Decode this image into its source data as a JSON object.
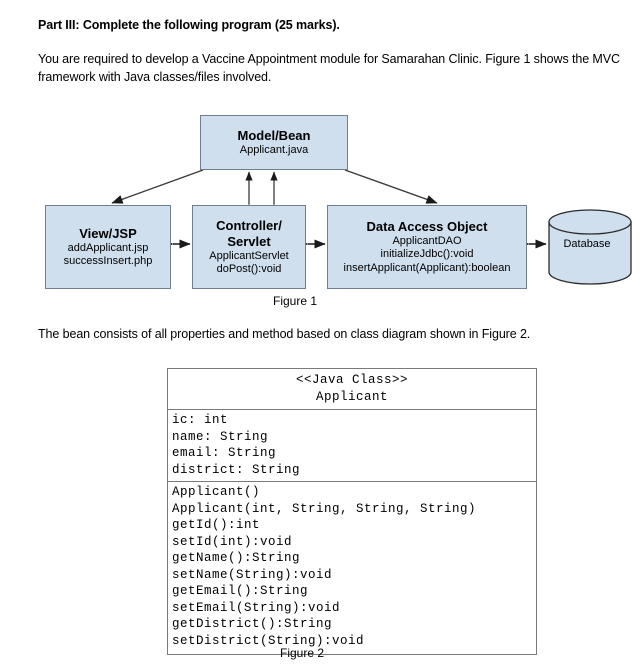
{
  "document": {
    "heading": "Part III: Complete the following program (25 marks).",
    "paragraph_1": "You are required to develop a Vaccine Appointment module for Samarahan Clinic. Figure 1 shows the MVC framework with Java classes/files involved.",
    "paragraph_2": "The bean consists of all properties and method based on class diagram shown in Figure 2."
  },
  "figure1": {
    "caption": "Figure 1",
    "box_fill_color": "#d0dfee",
    "box_border_color": "#6f7f8f",
    "nodes": {
      "model": {
        "title": "Model/Bean",
        "lines": [
          "Applicant.java"
        ]
      },
      "view": {
        "title": "View/JSP",
        "lines": [
          "addApplicant.jsp",
          "successInsert.php"
        ]
      },
      "controller": {
        "title_line_1": "Controller/",
        "title_line_2": "Servlet",
        "lines": [
          "ApplicantServlet",
          "doPost():void"
        ]
      },
      "dao": {
        "title": "Data Access Object",
        "lines": [
          "ApplicantDAO",
          "initializeJdbc():void",
          "insertApplicant(Applicant):boolean"
        ]
      },
      "database": {
        "label": "Database"
      }
    }
  },
  "figure2": {
    "caption": "Figure 2",
    "stereotype": "<<Java Class>>",
    "class_name": "Applicant",
    "attributes": [
      "ic: int",
      "name: String",
      "email: String",
      "district: String"
    ],
    "methods": [
      "Applicant()",
      "Applicant(int, String, String, String)",
      "getId():int",
      "setId(int):void",
      "getName():String",
      "setName(String):void",
      "getEmail():String",
      "setEmail(String):void",
      "getDistrict():String",
      "setDistrict(String):void"
    ]
  }
}
